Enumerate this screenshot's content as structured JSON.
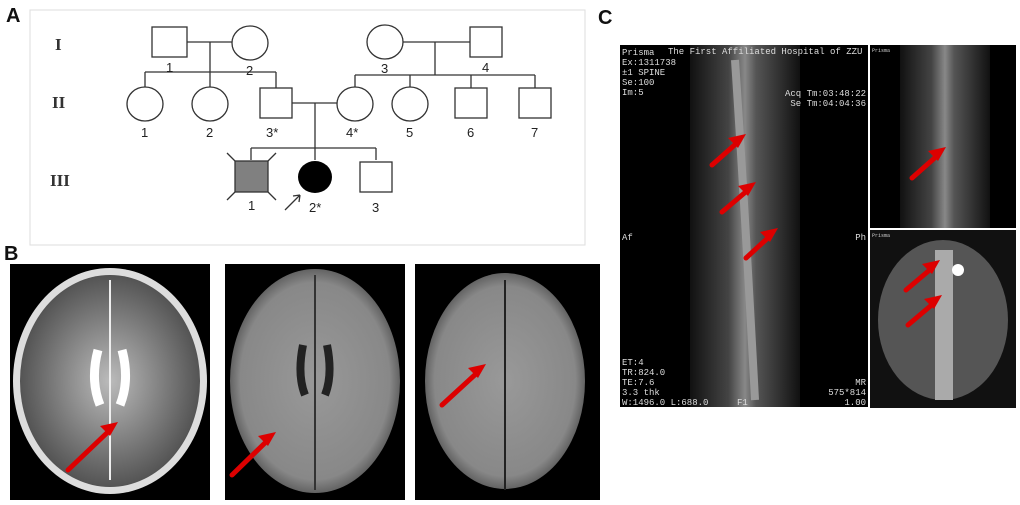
{
  "panels": {
    "a": "A",
    "b": "B",
    "c": "C"
  },
  "pedigree": {
    "generations": [
      "I",
      "II",
      "III"
    ],
    "gen1_left": [
      "1",
      "2"
    ],
    "gen1_right": [
      "3",
      "4"
    ],
    "gen2": [
      "1",
      "2",
      "3*",
      "4*",
      "5",
      "6",
      "7"
    ],
    "gen3": [
      "1",
      "2*",
      "3"
    ],
    "colors": {
      "affected": "#000000",
      "deceased_affected": "#808080"
    }
  },
  "mri_c": {
    "device": "Prisma",
    "exam": "Ex:1311738",
    "series_name": "±1 SPINE",
    "se": "Se:100",
    "im": "Im:5",
    "hospital": "The First Affiliated Hospital of ZZU",
    "acq_time": "Acq Tm:03:48:22",
    "se_time": "Se Tm:04:04:36",
    "orient_left": "Af",
    "orient_right": "Ph",
    "et": "ET:4",
    "tr": "TR:824.0",
    "te": "TE:7.6",
    "thk": "3.3 thk",
    "window": "W:1496.0 L:688.0",
    "f1": "F1",
    "mr": "MR",
    "matrix": "575*814",
    "zoom": "1.00"
  },
  "arrow_color": "#dd0000"
}
